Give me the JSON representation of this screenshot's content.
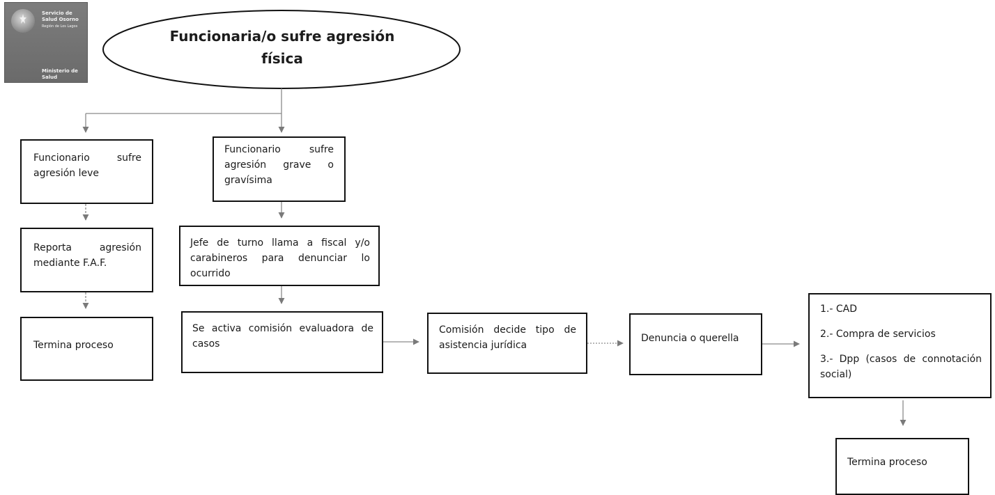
{
  "logo": {
    "line1": "Servicio de",
    "line2": "Salud Osorno",
    "line3": "Región de Los Lagos",
    "line4": "Ministerio de",
    "line5": "Salud"
  },
  "start": {
    "line1": "Funcionaria/o sufre agresión",
    "line2": "física"
  },
  "leve": {
    "line1": "Funcionario sufre",
    "line2": "agresión leve"
  },
  "reporta": {
    "line1": "Reporta agresión",
    "line2": "mediante F.A.F."
  },
  "termina1": "Termina proceso",
  "grave": {
    "line1": "Funcionario sufre",
    "line2": "agresión grave o",
    "line3": "gravísima"
  },
  "jefe": {
    "line1": "Jefe de turno llama a fiscal y/o",
    "line2": "carabineros para denunciar lo",
    "line3": "ocurrido"
  },
  "comision_eval": {
    "line1": "Se activa comisión evaluadora de",
    "line2": "casos"
  },
  "comision_decide": {
    "line1": "Comisión decide tipo de",
    "line2": "asistencia jurídica"
  },
  "denuncia": "Denuncia o querella",
  "options": {
    "item1": "1.- CAD",
    "item2": "2.- Compra de servicios",
    "item3_line1": "3.- Dpp (casos de connotación",
    "item3_line2": "social)"
  },
  "termina2": "Termina proceso"
}
